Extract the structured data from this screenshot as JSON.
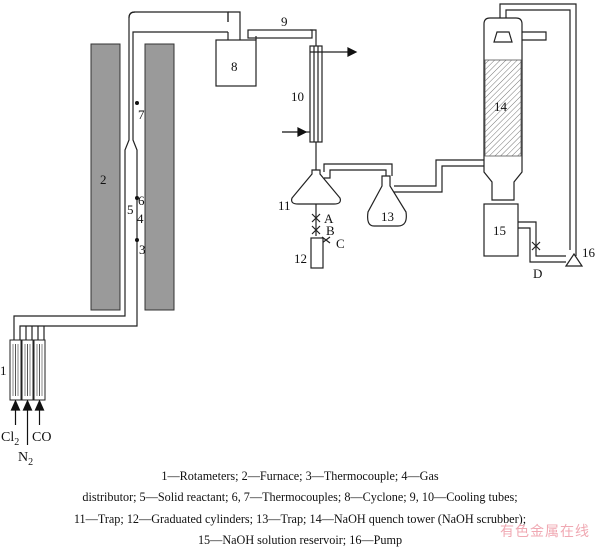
{
  "diagram": {
    "labels": {
      "n1": "1",
      "n2": "2",
      "n3": "3",
      "n4": "4",
      "n5": "5",
      "n6": "6",
      "n7": "7",
      "n8": "8",
      "n9": "9",
      "n10": "10",
      "n11": "11",
      "n12": "12",
      "n13": "13",
      "n14": "14",
      "n15": "15",
      "n16": "16",
      "A": "A",
      "B": "B",
      "C": "C",
      "D": "D",
      "gas_cl2": "Cl",
      "gas_cl2_sub": "2",
      "gas_n2": "N",
      "gas_n2_sub": "2",
      "gas_co": "CO"
    }
  },
  "caption": {
    "line1": "1—Rotameters;  2—Furnace;  3—Thermocouple;  4—Gas",
    "line2": "distributor;  5—Solid reactant;  6, 7—Thermocouples;  8—Cyclone;  9, 10—Cooling tubes;",
    "line3": "11—Trap;  12—Graduated cylinders; 13—Trap;  14—NaOH quench tower (NaOH scrubber);",
    "line4": "15—NaOH solution reservoir;  16—Pump"
  },
  "watermark": "有色金属在线"
}
